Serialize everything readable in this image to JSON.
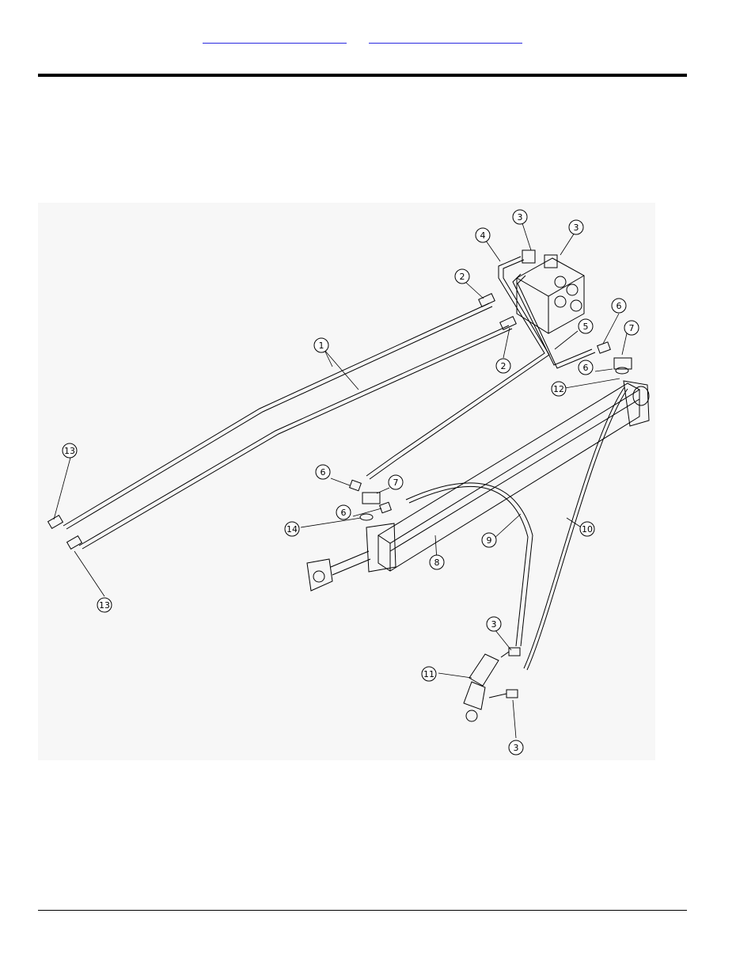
{
  "nav": {
    "link_1": "",
    "link_2": ""
  },
  "diagram": {
    "callouts": [
      {
        "id": "c1",
        "label": "1"
      },
      {
        "id": "c2a",
        "label": "2"
      },
      {
        "id": "c2b",
        "label": "2"
      },
      {
        "id": "c3a",
        "label": "3"
      },
      {
        "id": "c3b",
        "label": "3"
      },
      {
        "id": "c3c",
        "label": "3"
      },
      {
        "id": "c3d",
        "label": "3"
      },
      {
        "id": "c4",
        "label": "4"
      },
      {
        "id": "c5",
        "label": "5"
      },
      {
        "id": "c6a",
        "label": "6"
      },
      {
        "id": "c6b",
        "label": "6"
      },
      {
        "id": "c6c",
        "label": "6"
      },
      {
        "id": "c6d",
        "label": "6"
      },
      {
        "id": "c7a",
        "label": "7"
      },
      {
        "id": "c7b",
        "label": "7"
      },
      {
        "id": "c8",
        "label": "8"
      },
      {
        "id": "c9",
        "label": "9"
      },
      {
        "id": "c10",
        "label": "10"
      },
      {
        "id": "c11",
        "label": "11"
      },
      {
        "id": "c12",
        "label": "12"
      },
      {
        "id": "c13a",
        "label": "13"
      },
      {
        "id": "c13b",
        "label": "13"
      },
      {
        "id": "c14",
        "label": "14"
      }
    ]
  },
  "colors": {
    "link": "#2a2ae0",
    "rule": "#000000",
    "diagram_background": "#f7f7f7"
  }
}
